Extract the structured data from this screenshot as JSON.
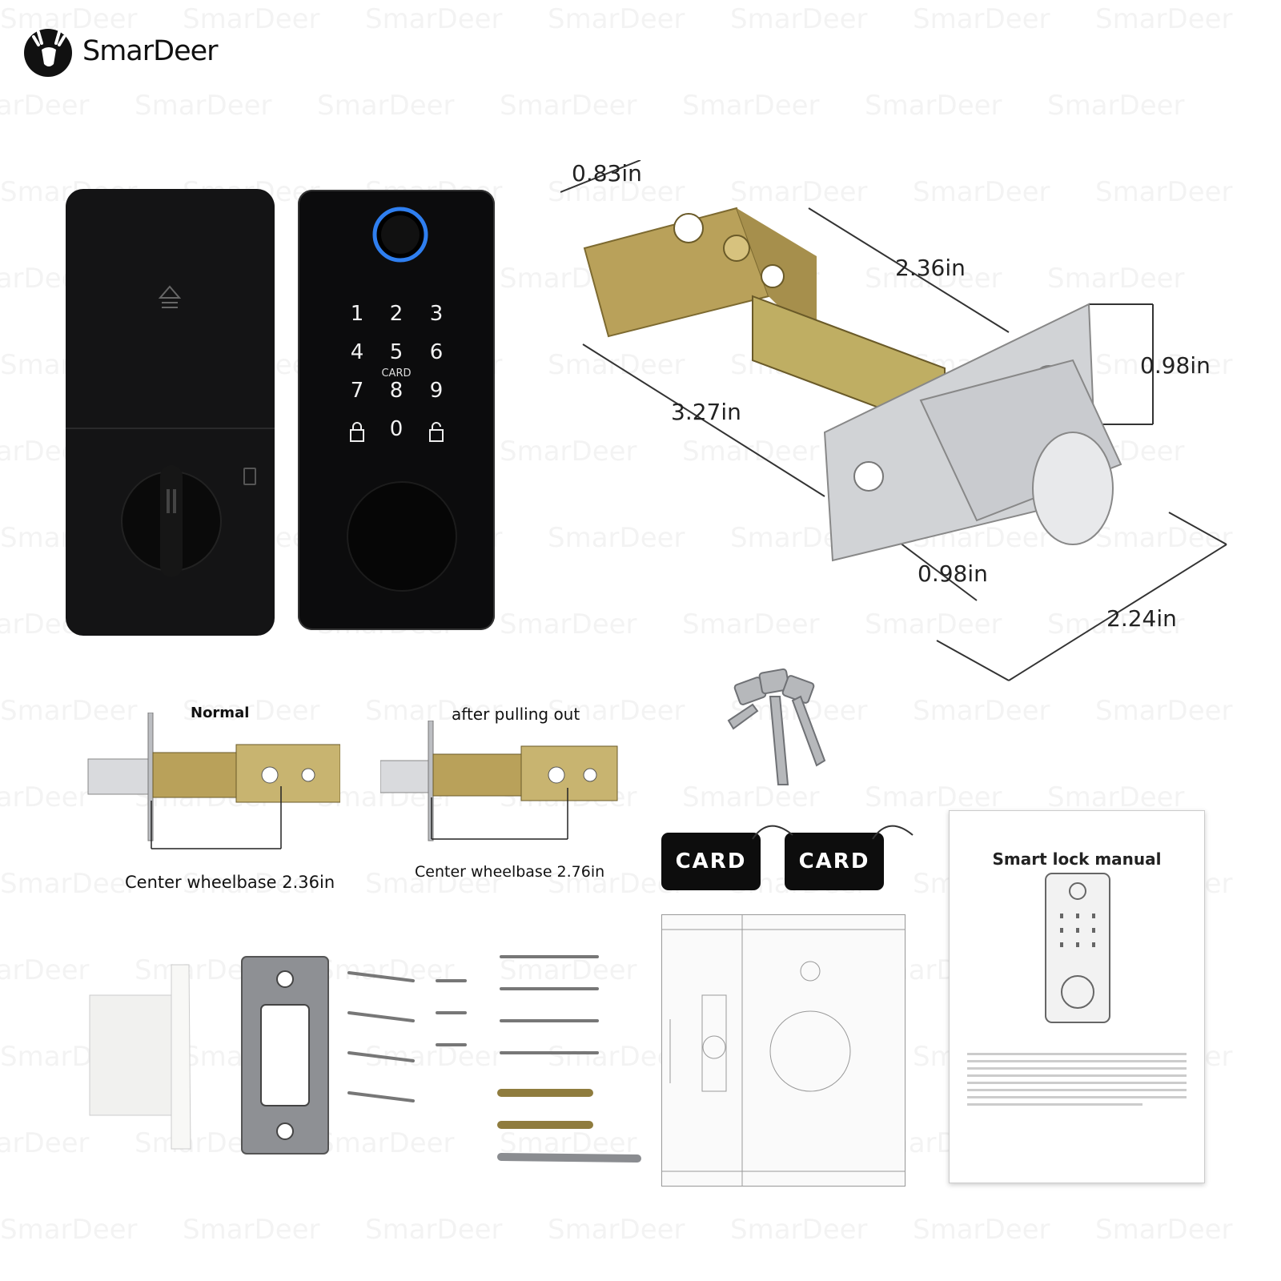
{
  "brand": {
    "name": "SmarDeer",
    "watermark_text": "SmarDeer"
  },
  "keypad": {
    "keys": [
      "1",
      "2",
      "3",
      "4",
      "5",
      "6",
      "7",
      "8",
      "9",
      "0"
    ],
    "card_label": "CARD"
  },
  "dimensions": {
    "d1": "0.83in",
    "d2": "2.36in",
    "d3": "0.98in",
    "d4": "3.27in",
    "d5": "0.98in",
    "d6": "2.24in"
  },
  "latch_compare": {
    "normal_label": "Normal",
    "pulled_label": "after pulling out",
    "normal_caption": "Center wheelbase 2.36in",
    "pulled_caption": "Center wheelbase 2.76in"
  },
  "accessories": {
    "card1": "CARD",
    "card2": "CARD",
    "manual_title": "Smart lock manual"
  },
  "colors": {
    "lock_body": "#141415",
    "fingerprint_ring": "#2f7ff0",
    "brass": "#b9a15a",
    "steel": "#c9cbcf"
  }
}
